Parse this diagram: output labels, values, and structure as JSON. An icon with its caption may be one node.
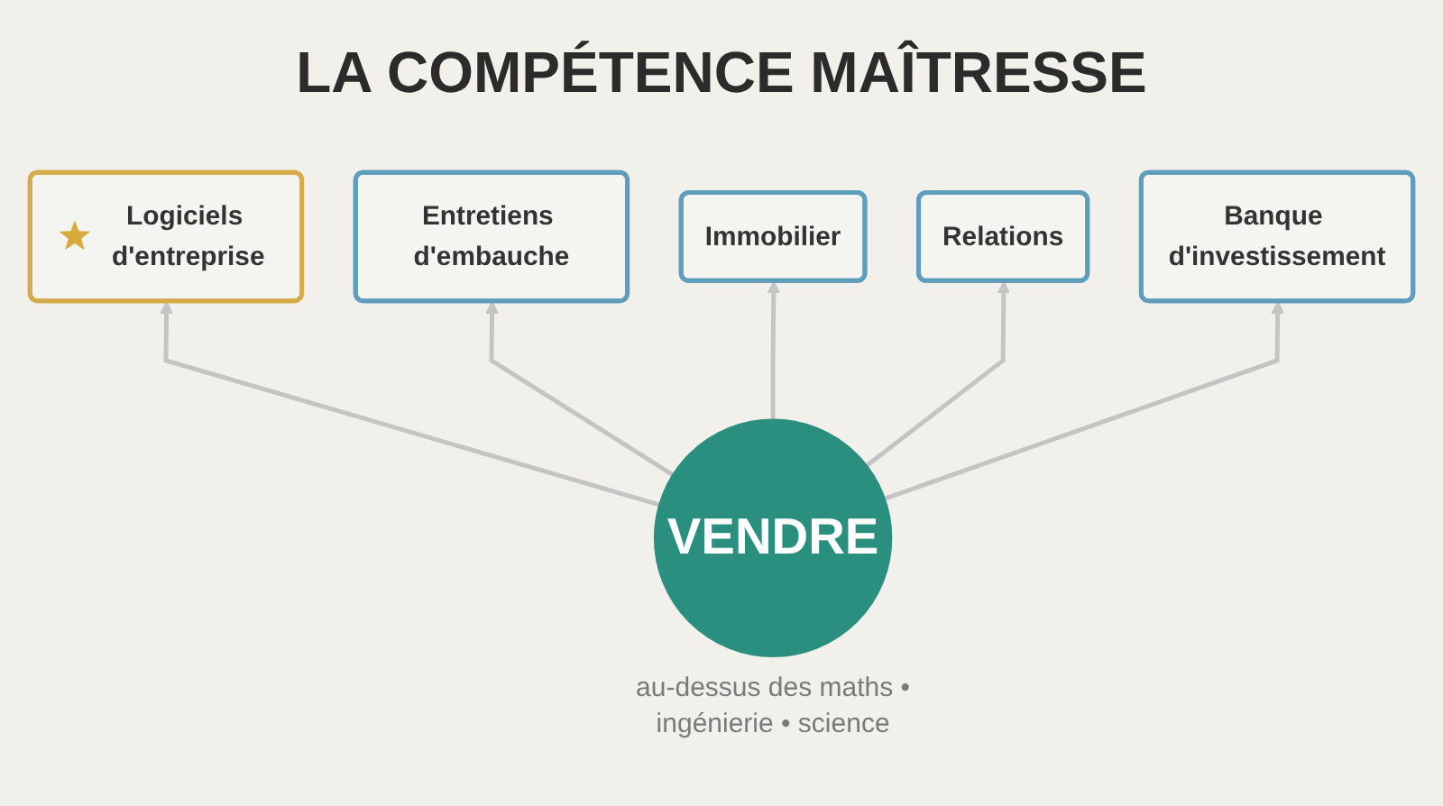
{
  "diagram": {
    "title": "LA COMPÉTENCE MAÎTRESSE",
    "nodes": [
      {
        "text": [
          "Logiciels d'entreprise"
        ]
      },
      {
        "text": [
          "Entretiens d'embauche"
        ]
      },
      {
        "text": [
          "Immobilier"
        ]
      },
      {
        "text": [
          "VENDRE"
        ],
        "beside": [
          "au-dessus des maths • ingénierie • science"
        ]
      },
      {
        "text": [
          "Relations"
        ]
      },
      {
        "text": [
          "Banque d'investissement"
        ]
      }
    ],
    "edges": [
      {
        "from": 3,
        "to": 0,
        "arrow": "to"
      },
      {
        "from": 3,
        "to": 1,
        "arrow": "to"
      },
      {
        "from": 3,
        "to": 2,
        "arrow": "to"
      },
      {
        "from": 3,
        "to": 4,
        "arrow": "to"
      },
      {
        "from": 3,
        "to": 5,
        "arrow": "to"
      }
    ]
  }
}
